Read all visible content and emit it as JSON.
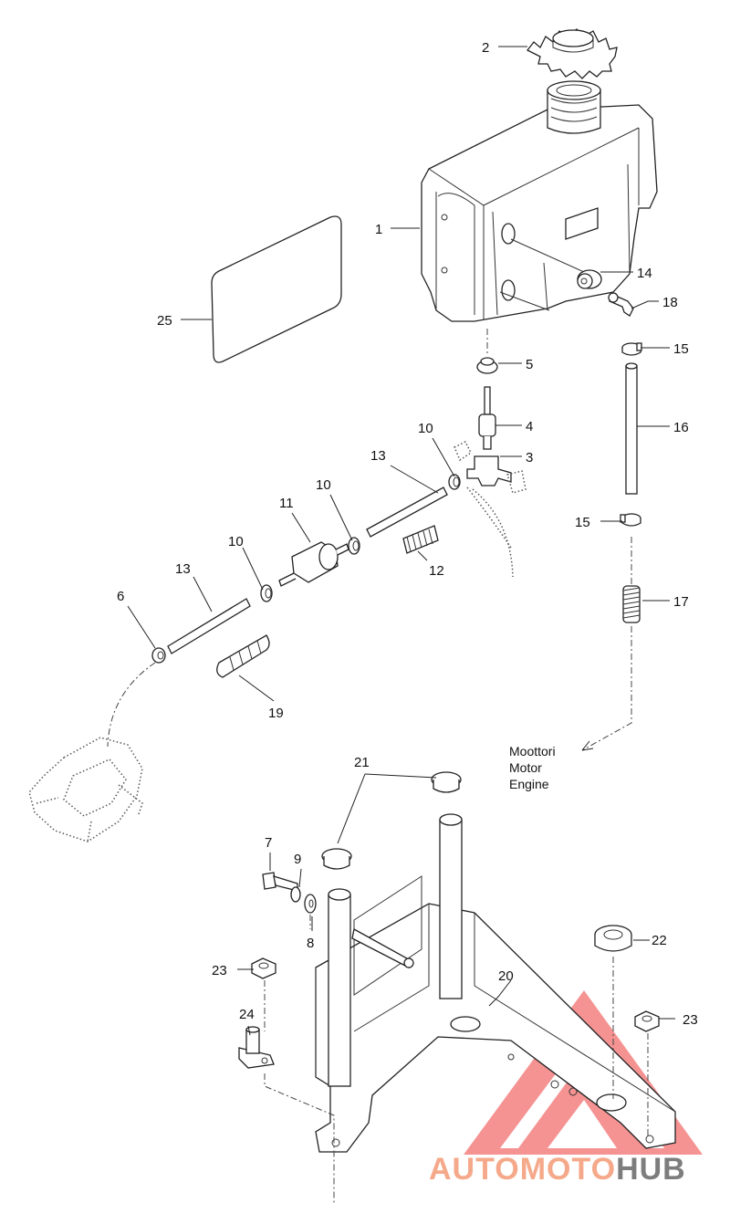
{
  "callouts": [
    {
      "id": "c2",
      "label": "2"
    },
    {
      "id": "c1",
      "label": "1"
    },
    {
      "id": "c25",
      "label": "25"
    },
    {
      "id": "c14",
      "label": "14"
    },
    {
      "id": "c18",
      "label": "18"
    },
    {
      "id": "c15a",
      "label": "15"
    },
    {
      "id": "c5",
      "label": "5"
    },
    {
      "id": "c16",
      "label": "16"
    },
    {
      "id": "c4",
      "label": "4"
    },
    {
      "id": "c10a",
      "label": "10"
    },
    {
      "id": "c3",
      "label": "3"
    },
    {
      "id": "c13a",
      "label": "13"
    },
    {
      "id": "c10b",
      "label": "10"
    },
    {
      "id": "c11",
      "label": "11"
    },
    {
      "id": "c15b",
      "label": "15"
    },
    {
      "id": "c12",
      "label": "12"
    },
    {
      "id": "c10c",
      "label": "10"
    },
    {
      "id": "c13b",
      "label": "13"
    },
    {
      "id": "c17",
      "label": "17"
    },
    {
      "id": "c6",
      "label": "6"
    },
    {
      "id": "c19",
      "label": "19"
    },
    {
      "id": "c21",
      "label": "21"
    },
    {
      "id": "c7",
      "label": "7"
    },
    {
      "id": "c9",
      "label": "9"
    },
    {
      "id": "c8",
      "label": "8"
    },
    {
      "id": "c22",
      "label": "22"
    },
    {
      "id": "c23a",
      "label": "23"
    },
    {
      "id": "c20",
      "label": "20"
    },
    {
      "id": "c23b",
      "label": "23"
    },
    {
      "id": "c24",
      "label": "24"
    }
  ],
  "engine_note": [
    "Moottori",
    "Motor",
    "Engine"
  ],
  "watermark": {
    "part_a": "AUTOMOTO",
    "part_b": "HUB",
    "color_a": "#f5a98a",
    "color_b": "#7d7d7d",
    "logo_color": "#ee3b3b"
  }
}
